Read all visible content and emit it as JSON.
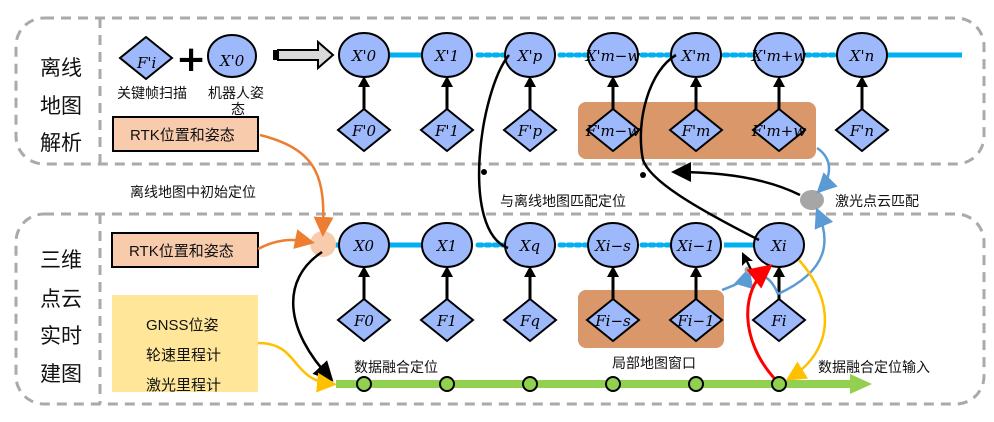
{
  "colors": {
    "node_fill": "#9db8fb",
    "node_stroke": "#000000",
    "chain_edge": "#00b0f0",
    "window_fill": "#d9976a",
    "rtk_fill": "#f8cbad",
    "sensor_fill": "#ffe699",
    "fusion_bar": "#92d050",
    "orange_arrow": "#ed7d31",
    "blue_arrow": "#5b9bd5",
    "red_arrow": "#ff0000",
    "yellow_arrow": "#ffc000",
    "gray_match": "#a6a6a6",
    "dash_border": "#aaaaaa"
  },
  "offline_section": {
    "title_lines": [
      "离线",
      "地图",
      "解析"
    ],
    "legend": {
      "keyframe_symbol": "F'i",
      "keyframe_label": "关键帧扫描",
      "plus": "+",
      "pose_symbol": "X'0",
      "pose_label_lines": [
        "机器人姿",
        "态"
      ]
    },
    "rtk_box": "RTK位置和姿态",
    "pose_nodes": [
      "X'0",
      "X'1",
      "X'p",
      "X'm−w",
      "X'm",
      "X'm+w",
      "X'n"
    ],
    "scan_nodes": [
      "F'0",
      "F'1",
      "F'p",
      "F'm−w",
      "F'm",
      "F'm+w",
      "F'n"
    ]
  },
  "middle_labels": {
    "initial_localization": "离线地图中初始定位",
    "match_localization": "与离线地图匹配定位",
    "laser_match": "激光点云匹配"
  },
  "online_section": {
    "title_lines": [
      "三维",
      "点云",
      "实时",
      "建图"
    ],
    "rtk_box": "RTK位置和姿态",
    "sensor_box_lines": [
      "GNSS位姿",
      "轮速里程计",
      "激光里程计"
    ],
    "pose_nodes": [
      "X0",
      "X1",
      "Xq",
      "Xi−s",
      "Xi−1",
      "Xi"
    ],
    "scan_nodes": [
      "F0",
      "F1",
      "Fq",
      "Fi−s",
      "Fi−1",
      "Fi"
    ],
    "fusion_label": "数据融合定位",
    "local_window_label": "局部地图窗口",
    "fusion_input_label": "数据融合定位输入"
  }
}
